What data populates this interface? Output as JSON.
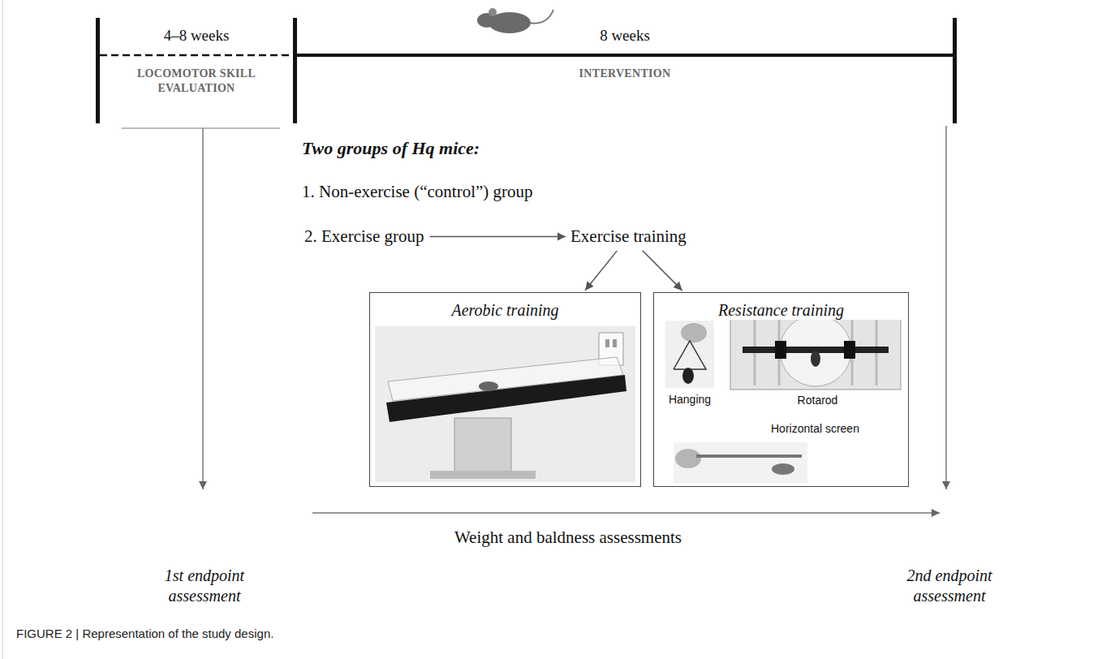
{
  "diagram": {
    "caption": "FIGURE 2 | Representation of the study design.",
    "nodes": [
      {
        "text": [
          "2. Exercise group"
        ]
      },
      {
        "text": [
          "Exercise training"
        ]
      },
      {
        "text": [
          "Aerobic training"
        ]
      },
      {
        "text": [
          "Resistance training"
        ]
      },
      {
        "text": [
          "Hanging"
        ],
        "in": 3
      },
      {
        "text": [
          "Rotarod"
        ],
        "in": 3
      },
      {
        "text": [
          "Horizontal screen"
        ],
        "in": 3
      }
    ],
    "edges": [
      {
        "from": 0,
        "to": 1,
        "arrow": "to"
      },
      {
        "from": 1,
        "to": 2,
        "arrow": "to"
      },
      {
        "from": 1,
        "to": 3,
        "arrow": "to"
      }
    ],
    "labels": [
      "4–8 weeks",
      "LOCOMOTOR SKILL EVALUATION",
      "8 weeks",
      "INTERVENTION",
      "Two groups of Hq mice:",
      "1. Non-exercise (“control”) group",
      "Weight and baldness assessments",
      "1st endpoint assessment",
      "2nd endpoint assessment"
    ]
  }
}
